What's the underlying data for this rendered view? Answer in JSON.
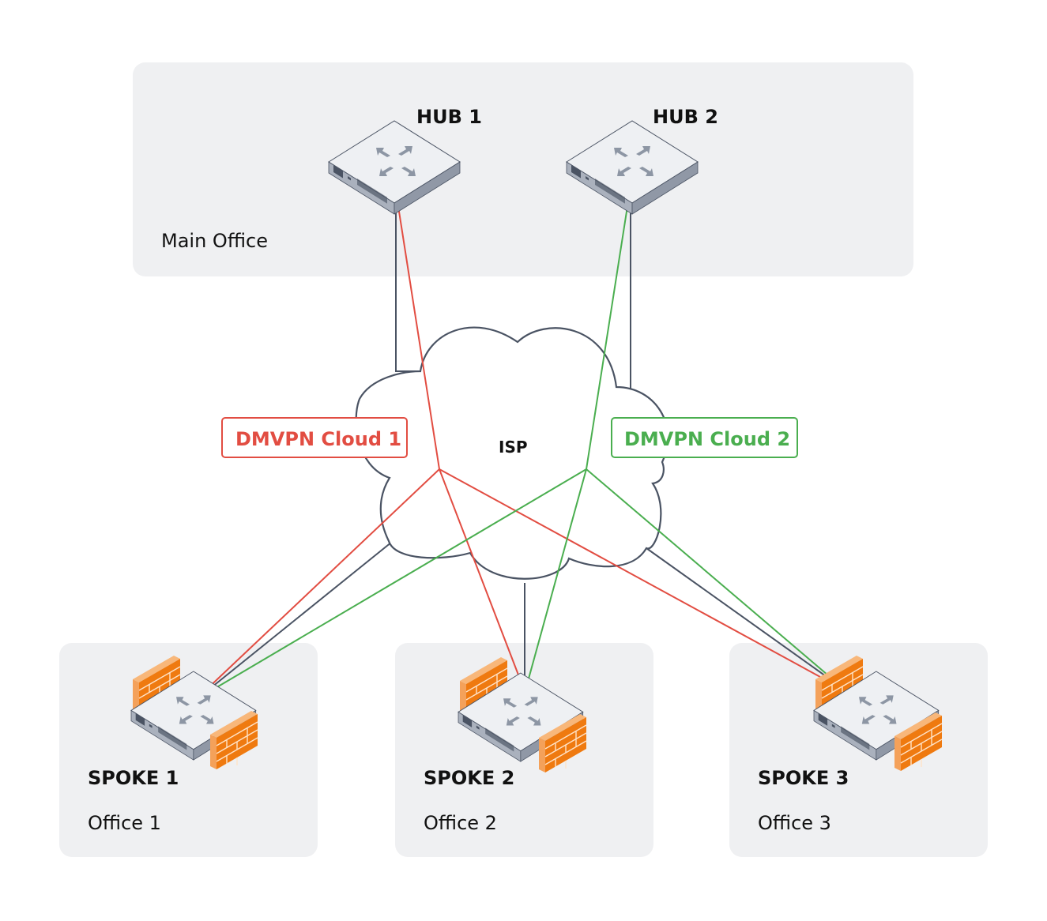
{
  "title": "DMVPN Dual Hub Topology",
  "colors": {
    "panel": "#eff0f2",
    "physical_link": "#4a5363",
    "cloud1": "#e24d42",
    "cloud2": "#4aae4f",
    "firewall": "#f07d12",
    "router_top": "#eef0f3",
    "router_side": "#aab1bd"
  },
  "main_office": {
    "label": "Main Office",
    "hubs": [
      {
        "id": "hub1",
        "label": "HUB 1",
        "icon": "router-icon"
      },
      {
        "id": "hub2",
        "label": "HUB 2",
        "icon": "router-icon"
      }
    ]
  },
  "isp": {
    "label": "ISP",
    "icon": "cloud-icon"
  },
  "dmvpn_clouds": [
    {
      "id": "cloud1",
      "label": "DMVPN Cloud 1",
      "hub": "hub1",
      "color": "#e24d42"
    },
    {
      "id": "cloud2",
      "label": "DMVPN Cloud 2",
      "hub": "hub2",
      "color": "#4aae4f"
    }
  ],
  "spokes": [
    {
      "id": "spoke1",
      "label": "SPOKE 1",
      "office": "Office 1",
      "icon": "firewall-router-icon"
    },
    {
      "id": "spoke2",
      "label": "SPOKE 2",
      "office": "Office 2",
      "icon": "firewall-router-icon"
    },
    {
      "id": "spoke3",
      "label": "SPOKE 3",
      "office": "Office 3",
      "icon": "firewall-router-icon"
    }
  ],
  "links": [
    {
      "from": "hub1",
      "to": "isp",
      "type": "physical"
    },
    {
      "from": "hub2",
      "to": "isp",
      "type": "physical"
    },
    {
      "from": "spoke1",
      "to": "isp",
      "type": "physical"
    },
    {
      "from": "spoke2",
      "to": "isp",
      "type": "physical"
    },
    {
      "from": "spoke3",
      "to": "isp",
      "type": "physical"
    },
    {
      "from": "hub1",
      "to": "spoke1",
      "type": "tunnel",
      "cloud": "cloud1"
    },
    {
      "from": "hub1",
      "to": "spoke2",
      "type": "tunnel",
      "cloud": "cloud1"
    },
    {
      "from": "hub1",
      "to": "spoke3",
      "type": "tunnel",
      "cloud": "cloud1"
    },
    {
      "from": "hub2",
      "to": "spoke1",
      "type": "tunnel",
      "cloud": "cloud2"
    },
    {
      "from": "hub2",
      "to": "spoke2",
      "type": "tunnel",
      "cloud": "cloud2"
    },
    {
      "from": "hub2",
      "to": "spoke3",
      "type": "tunnel",
      "cloud": "cloud2"
    }
  ]
}
